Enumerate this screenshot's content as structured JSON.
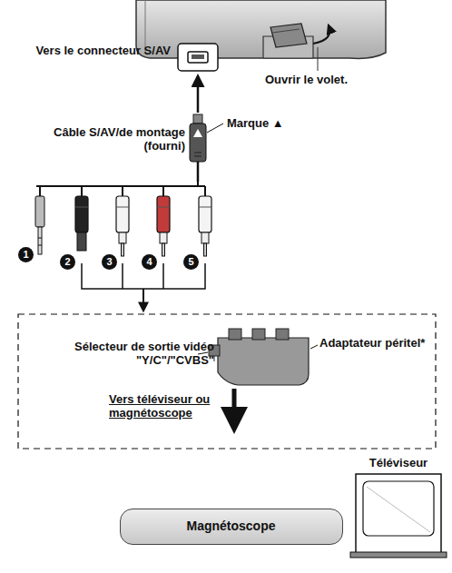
{
  "diagram": {
    "nodes": [
      {
        "text": [
          "Sélecteur de sortie vidéo \"Y/C\"/\"CVBS\"",
          "Adaptateur péritel*",
          "Vers téléviseur ou magnétoscope"
        ]
      },
      {
        "text": [
          "Téléviseur"
        ]
      },
      {
        "text": [
          "Magnétoscope"
        ]
      }
    ],
    "labels": [
      "Vers le connecteur S/AV",
      "Ouvrir le volet.",
      "Câble S/AV/de montage (fourni)",
      "Marque ▲",
      "1",
      "2",
      "3",
      "4",
      "5"
    ]
  }
}
